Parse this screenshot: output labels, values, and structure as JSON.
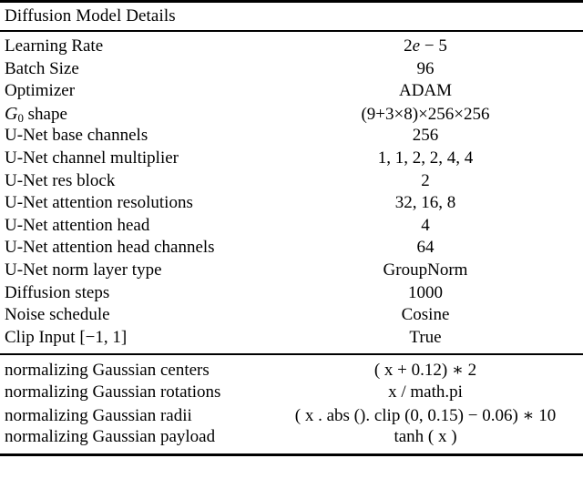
{
  "table": {
    "header": {
      "title": "Diffusion Model Details"
    },
    "groups": [
      {
        "name": "diffusion-model-hyperparameters",
        "rows": [
          {
            "label": "Learning Rate",
            "value": "2e − 5"
          },
          {
            "label": "Batch Size",
            "value": "96"
          },
          {
            "label": "Optimizer",
            "value": "ADAM"
          },
          {
            "label": "𝒢0 shape",
            "value": "(9+3×8)×256×256"
          },
          {
            "label": "U-Net base channels",
            "value": "256"
          },
          {
            "label": "U-Net channel multiplier",
            "value": "1, 1, 2, 2, 4, 4"
          },
          {
            "label": "U-Net res block",
            "value": "2"
          },
          {
            "label": "U-Net attention resolutions",
            "value": "32, 16, 8"
          },
          {
            "label": "U-Net attention head",
            "value": "4"
          },
          {
            "label": "U-Net attention head channels",
            "value": "64"
          },
          {
            "label": "U-Net norm layer type",
            "value": "GroupNorm"
          },
          {
            "label": "Diffusion steps",
            "value": "1000"
          },
          {
            "label": "Noise schedule",
            "value": "Cosine"
          },
          {
            "label": "Clip Input [−1, 1]",
            "value": "True"
          }
        ]
      },
      {
        "name": "gaussian-normalization",
        "rows": [
          {
            "label": "normalizing Gaussian centers",
            "value": "( x  +  0.12)  ∗ 2"
          },
          {
            "label": "normalizing Gaussian rotations",
            "value": "x  /   math.pi"
          },
          {
            "label": "normalizing Gaussian radii",
            "value": "( x . abs (). clip (0,   0.15)  −  0.06)  ∗ 10"
          },
          {
            "label": "normalizing Gaussian payload",
            "value": "tanh ( x )"
          }
        ]
      }
    ]
  }
}
